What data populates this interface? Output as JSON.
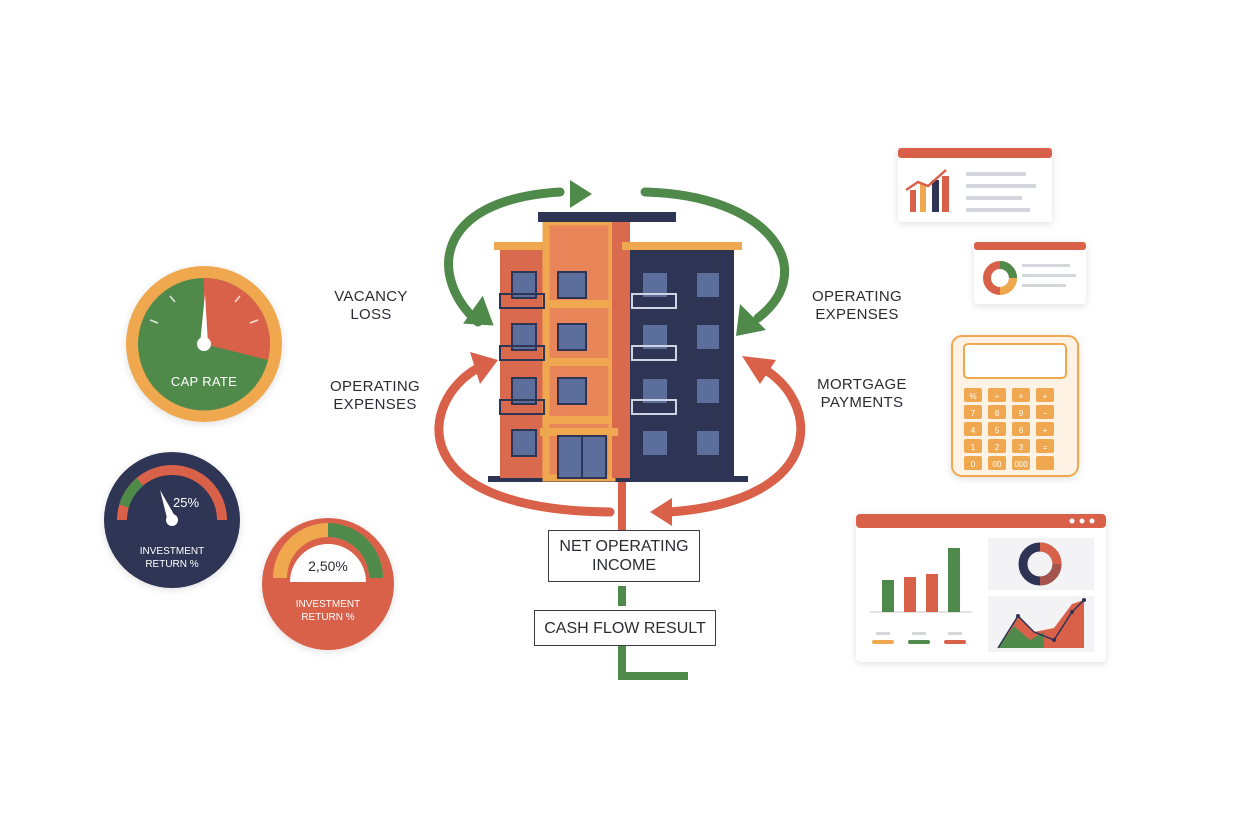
{
  "flow": {
    "vacancy_loss": [
      "VACANCY",
      "LOSS"
    ],
    "operating_expenses_left": [
      "OPERATING",
      "EXPENSES"
    ],
    "operating_expenses_right": [
      "OPERATING",
      "EXPENSES"
    ],
    "mortgage_payments": [
      "MORTGAGE",
      "PAYMENTS"
    ],
    "net_operating_income": [
      "NET OPERATING",
      "INCOME"
    ],
    "cash_flow_result": "CASH FLOW RESULT"
  },
  "gauges": {
    "cap_rate": {
      "label": "CAP RATE",
      "needle_fraction": 0.52
    },
    "investment_return_dark": {
      "value": "25%",
      "label": [
        "INVESTMENT",
        "RETURN %"
      ]
    },
    "investment_return_red": {
      "value": "2,50%",
      "label": [
        "INVESTMENT",
        "RETURN %"
      ]
    }
  },
  "dashboard": {
    "bar_chart_values": [
      32,
      35,
      38,
      64
    ],
    "donut_shares": [
      0.35,
      0.25,
      0.4
    ]
  },
  "calculator": {
    "keys": [
      "%",
      "÷",
      "×",
      "+",
      "7",
      "8",
      "9",
      "−",
      "4",
      "5",
      "6",
      "+",
      "1",
      "2",
      "3",
      "=",
      "0",
      "00",
      "000",
      ""
    ]
  },
  "colors": {
    "green": "#4f8a4b",
    "red": "#d9614a",
    "orange": "#f0a850",
    "navy": "#2e3454",
    "brick": "#d96a4d"
  }
}
